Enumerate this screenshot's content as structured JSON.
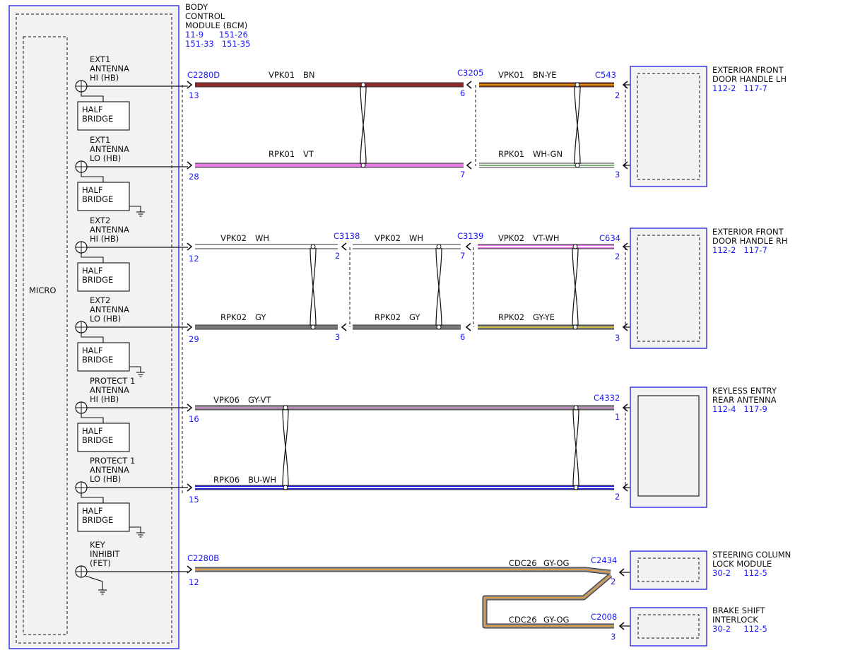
{
  "bcm": {
    "name_lines": [
      "BODY",
      "CONTROL",
      "MODULE (BCM)"
    ],
    "ref_lines": [
      "11-9      151-26",
      "151-33   151-35"
    ],
    "micro_label": "MICRO"
  },
  "outputs": [
    {
      "lines": [
        "EXT1",
        "ANTENNA",
        "HI (HB)"
      ],
      "half_bridge": true,
      "ground": false
    },
    {
      "lines": [
        "EXT1",
        "ANTENNA",
        "LO (HB)"
      ],
      "half_bridge": true,
      "ground": true
    },
    {
      "lines": [
        "EXT2",
        "ANTENNA",
        "HI (HB)"
      ],
      "half_bridge": true,
      "ground": false
    },
    {
      "lines": [
        "EXT2",
        "ANTENNA",
        "LO (HB)"
      ],
      "half_bridge": true,
      "ground": true
    },
    {
      "lines": [
        "PROTECT 1",
        "ANTENNA",
        "HI (HB)"
      ],
      "half_bridge": true,
      "ground": false
    },
    {
      "lines": [
        "PROTECT 1",
        "ANTENNA",
        "LO (HB)"
      ],
      "half_bridge": true,
      "ground": true
    },
    {
      "lines": [
        "KEY",
        "INHIBIT",
        "(FET)"
      ],
      "half_bridge": false,
      "ground": true
    }
  ],
  "half_bridge_lines": [
    "HALF",
    "BRIDGE"
  ],
  "connectors": [
    {
      "id": "C2280D",
      "pins": [
        "13",
        "28"
      ]
    },
    {
      "id": "C3205",
      "pins": [
        "6",
        "7"
      ]
    },
    {
      "id": "C543",
      "pins": [
        "2",
        "3"
      ]
    },
    {
      "id": "C3138",
      "pins": [
        "2",
        "3"
      ]
    },
    {
      "id": "C3139",
      "pins": [
        "7",
        "6"
      ]
    },
    {
      "id": "C634",
      "pins": [
        "2",
        "3"
      ]
    },
    {
      "id": "C4332",
      "pins": [
        "1",
        "2"
      ]
    },
    {
      "id": "C2280B",
      "pins": [
        "12"
      ]
    },
    {
      "id": "C2434",
      "pins": [
        "2"
      ]
    },
    {
      "id": "C2008",
      "pins": [
        "3"
      ]
    },
    {
      "id": "C2280D",
      "pins": [
        "12",
        "29",
        "16",
        "15"
      ]
    }
  ],
  "wires": [
    {
      "circuit": "VPK01",
      "color": "BN",
      "stripes": [
        "#8b2a2a"
      ]
    },
    {
      "circuit": "RPK01",
      "color": "VT",
      "stripes": [
        "#e27ce2"
      ]
    },
    {
      "circuit": "VPK01",
      "color": "BN-YE",
      "stripes": [
        "#8b3a1a",
        "#e0a000"
      ]
    },
    {
      "circuit": "RPK01",
      "color": "WH-GN",
      "stripes": [
        "#ffffff",
        "#6aa86a"
      ]
    },
    {
      "circuit": "VPK02",
      "color": "WH",
      "stripes": [
        "#ffffff"
      ]
    },
    {
      "circuit": "RPK02",
      "color": "GY",
      "stripes": [
        "#7a7a7a"
      ]
    },
    {
      "circuit": "VPK02",
      "color": "WH",
      "stripes": [
        "#ffffff"
      ]
    },
    {
      "circuit": "RPK02",
      "color": "GY",
      "stripes": [
        "#7a7a7a"
      ]
    },
    {
      "circuit": "VPK02",
      "color": "VT-WH",
      "stripes": [
        "#e07ce0",
        "#ffffff"
      ]
    },
    {
      "circuit": "RPK02",
      "color": "GY-YE",
      "stripes": [
        "#7a7a7a",
        "#d8c840"
      ]
    },
    {
      "circuit": "VPK06",
      "color": "GY-VT",
      "stripes": [
        "#8a8a8a",
        "#c88ac8"
      ]
    },
    {
      "circuit": "RPK06",
      "color": "BU-WH",
      "stripes": [
        "#1a1ae0",
        "#ffffff"
      ]
    },
    {
      "circuit": "CDC26",
      "color": "GY-OG",
      "stripes": [
        "#8a8a8a",
        "#e8a040"
      ]
    },
    {
      "circuit": "CDC26",
      "color": "GY-OG",
      "stripes": [
        "#8a8a8a",
        "#e8a040"
      ]
    }
  ],
  "modules": [
    {
      "name_lines": [
        "EXTERIOR FRONT",
        "DOOR HANDLE LH"
      ],
      "ref": "112-2   117-7"
    },
    {
      "name_lines": [
        "EXTERIOR FRONT",
        "DOOR HANDLE RH"
      ],
      "ref": "112-2   117-7"
    },
    {
      "name_lines": [
        "KEYLESS ENTRY",
        "REAR ANTENNA"
      ],
      "ref": "112-4   117-9"
    },
    {
      "name_lines": [
        "STEERING COLUMN",
        "LOCK MODULE"
      ],
      "ref": "30-2     112-5"
    },
    {
      "name_lines": [
        "BRAKE SHIFT",
        "INTERLOCK"
      ],
      "ref": "30-2     112-5"
    }
  ],
  "colors": {
    "module_border": "#2a2ae0",
    "reference_text": "#1a1aff",
    "module_fill": "#f2f2f2"
  }
}
